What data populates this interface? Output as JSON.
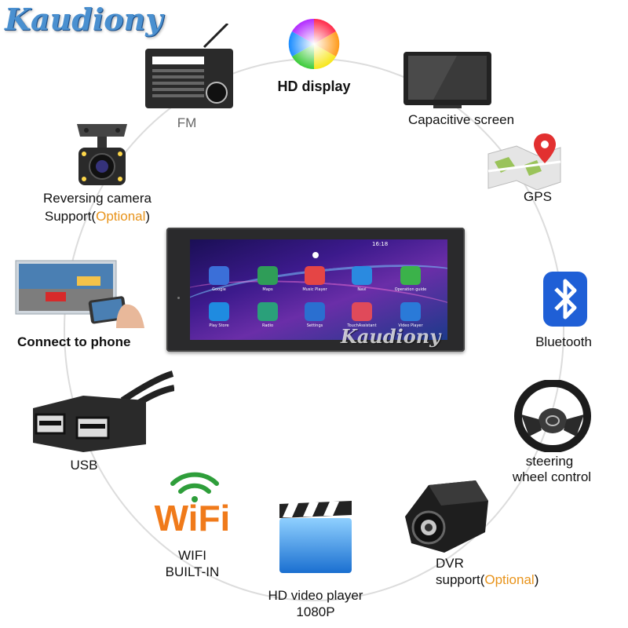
{
  "brand": {
    "logo_text": "Kaudiony",
    "watermark_text": "Kaudiony"
  },
  "features": {
    "fm": "FM",
    "hd_display": "HD display",
    "capacitive": "Capacitive screen",
    "gps": "GPS",
    "reversing_line1": "Reversing camera",
    "reversing_support": "Support(",
    "reversing_optional": "Optional",
    "reversing_close": ")",
    "connect_phone": "Connect to phone",
    "bluetooth": "Bluetooth",
    "usb": "USB",
    "steering_line1": "steering",
    "steering_line2": "wheel control",
    "wifi_logo": "WiFi",
    "wifi_line1": "WIFI",
    "wifi_line2": "BUILT-IN",
    "video_line1": "HD video player",
    "video_line2": "1080P",
    "dvr_line1": "DVR",
    "dvr_support": "support(",
    "dvr_optional": "Optional",
    "dvr_close": ")"
  },
  "screen": {
    "time": "16:18",
    "apps": [
      "Google",
      "Maps",
      "Music Player",
      "Navi",
      "Operation guide",
      "Play Store",
      "Radio",
      "Settings",
      "TouchAssistant",
      "Video Player"
    ]
  },
  "colors": {
    "optional": "#e8931a",
    "ring": "#d8d8d8",
    "bluetooth": "#1f5fd6",
    "wifi_green": "#2e9e3a",
    "wifi_orange": "#f07a1a"
  }
}
